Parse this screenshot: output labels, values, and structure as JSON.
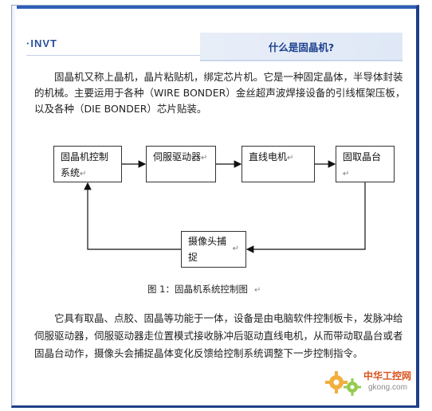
{
  "header": {
    "brand": "·INVT",
    "title": "什么是固晶机?"
  },
  "intro": "固晶机又称上晶机，晶片粘贴机，绑定芯片机。它是一种固定晶体，半导体封装的机械。主要运用于各种（WIRE BONDER）金丝超声波焊接设备的引线框架压板，以及各种（DIE BONDER）芯片贴装。",
  "diagram": {
    "nodes": [
      "固晶机控制系统",
      "伺服驱动器",
      "直线电机",
      "固取晶台",
      "摄像头捕捉"
    ],
    "return_mark": "↵"
  },
  "caption": {
    "text": "图 1：固晶机系统控制图",
    "mark": "↵"
  },
  "body": "它具有取晶、点胶、固晶等功能于一体，设备是由电脑软件控制板卡，发脉冲给伺服驱动器，伺服驱动器走位置模式接收脉冲后驱动直线电机，从而带动取晶台或者固晶台动作，摄像头会捕捉晶体变化反馈给控制系统调整下一步控制指令。",
  "watermark": {
    "site_name": "中华工控网",
    "url": "gkong.com"
  }
}
